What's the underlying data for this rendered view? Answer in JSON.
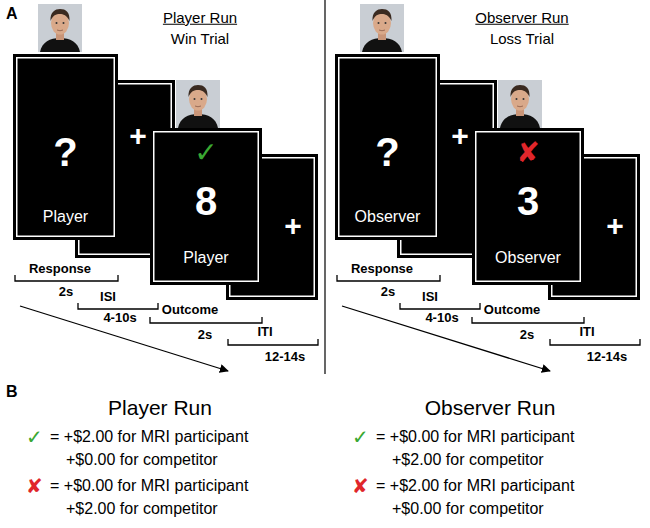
{
  "diagram": {
    "nodes": [
      {
        "text": [
          "?",
          "Player"
        ]
      },
      {
        "text": [
          "+"
        ]
      },
      {
        "text": [
          "✓",
          "8",
          "Player"
        ]
      },
      {
        "text": [
          "+"
        ]
      },
      {
        "text": [
          "?",
          "Observer"
        ]
      },
      {
        "text": [
          "+"
        ]
      },
      {
        "text": [
          "✘",
          "3",
          "Observer"
        ]
      },
      {
        "text": [
          "+"
        ]
      }
    ],
    "labels": [
      "A",
      "Player Run",
      "Win Trial",
      "Response",
      "2s",
      "ISI",
      "4-10s",
      "Outcome",
      "2s",
      "ITI",
      "12-14s",
      "Observer Run",
      "Loss Trial",
      "Response",
      "2s",
      "ISI",
      "4-10s",
      "Outcome",
      "2s",
      "ITI",
      "12-14s",
      "B",
      "Player Run",
      "✓",
      "= +$2.00 for MRI participant",
      "+$0.00 for competitor",
      "✘",
      "= +$0.00 for MRI participant",
      "+$2.00 for competitor",
      "Observer Run",
      "✓",
      "= +$0.00 for MRI participant",
      "+$2.00 for competitor",
      "✘",
      "= +$2.00 for MRI participant",
      "+$0.00 for competitor"
    ]
  }
}
